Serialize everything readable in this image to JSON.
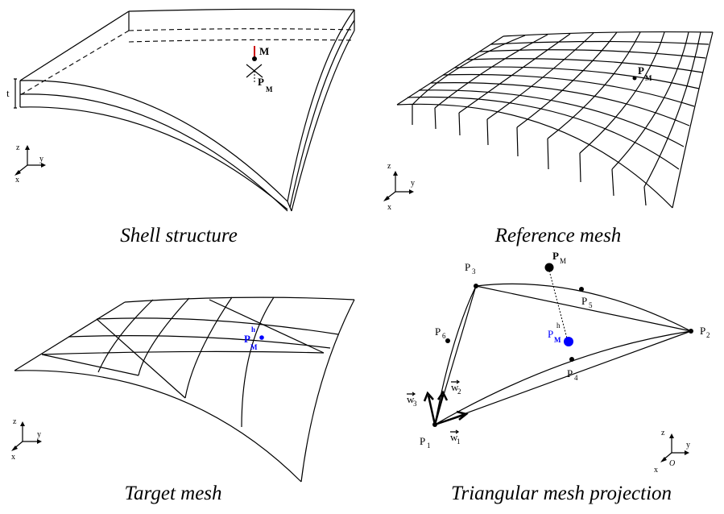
{
  "panels": {
    "shell": {
      "title": "Shell structure",
      "thickness_label": "t",
      "point_m": "M",
      "point_pm": "P",
      "point_pm_sub": "M"
    },
    "reference": {
      "title": "Reference mesh",
      "point_pm": "P",
      "point_pm_sub": "M"
    },
    "target": {
      "title": "Target mesh",
      "point_pmh": "P",
      "point_pmh_sub": "M",
      "point_pmh_sup": "h"
    },
    "triangular": {
      "title": "Triangular mesh projection",
      "p1": "P",
      "p1_sub": "1",
      "p2": "P",
      "p2_sub": "2",
      "p3": "P",
      "p3_sub": "3",
      "p4": "P",
      "p4_sub": "4",
      "p5": "P",
      "p5_sub": "5",
      "p6": "P",
      "p6_sub": "6",
      "pm": "P",
      "pm_sub": "M",
      "pmh": "P",
      "pmh_sub": "M",
      "pmh_sup": "h",
      "w1": "w",
      "w1_sub": "1",
      "w2": "w",
      "w2_sub": "2",
      "w3": "w",
      "w3_sub": "3",
      "origin": "O"
    }
  },
  "axes": {
    "z": "z",
    "y": "y",
    "x": "x"
  },
  "colors": {
    "ink": "#000000",
    "highlight": "#0000ff",
    "marker": "#cc0000"
  }
}
